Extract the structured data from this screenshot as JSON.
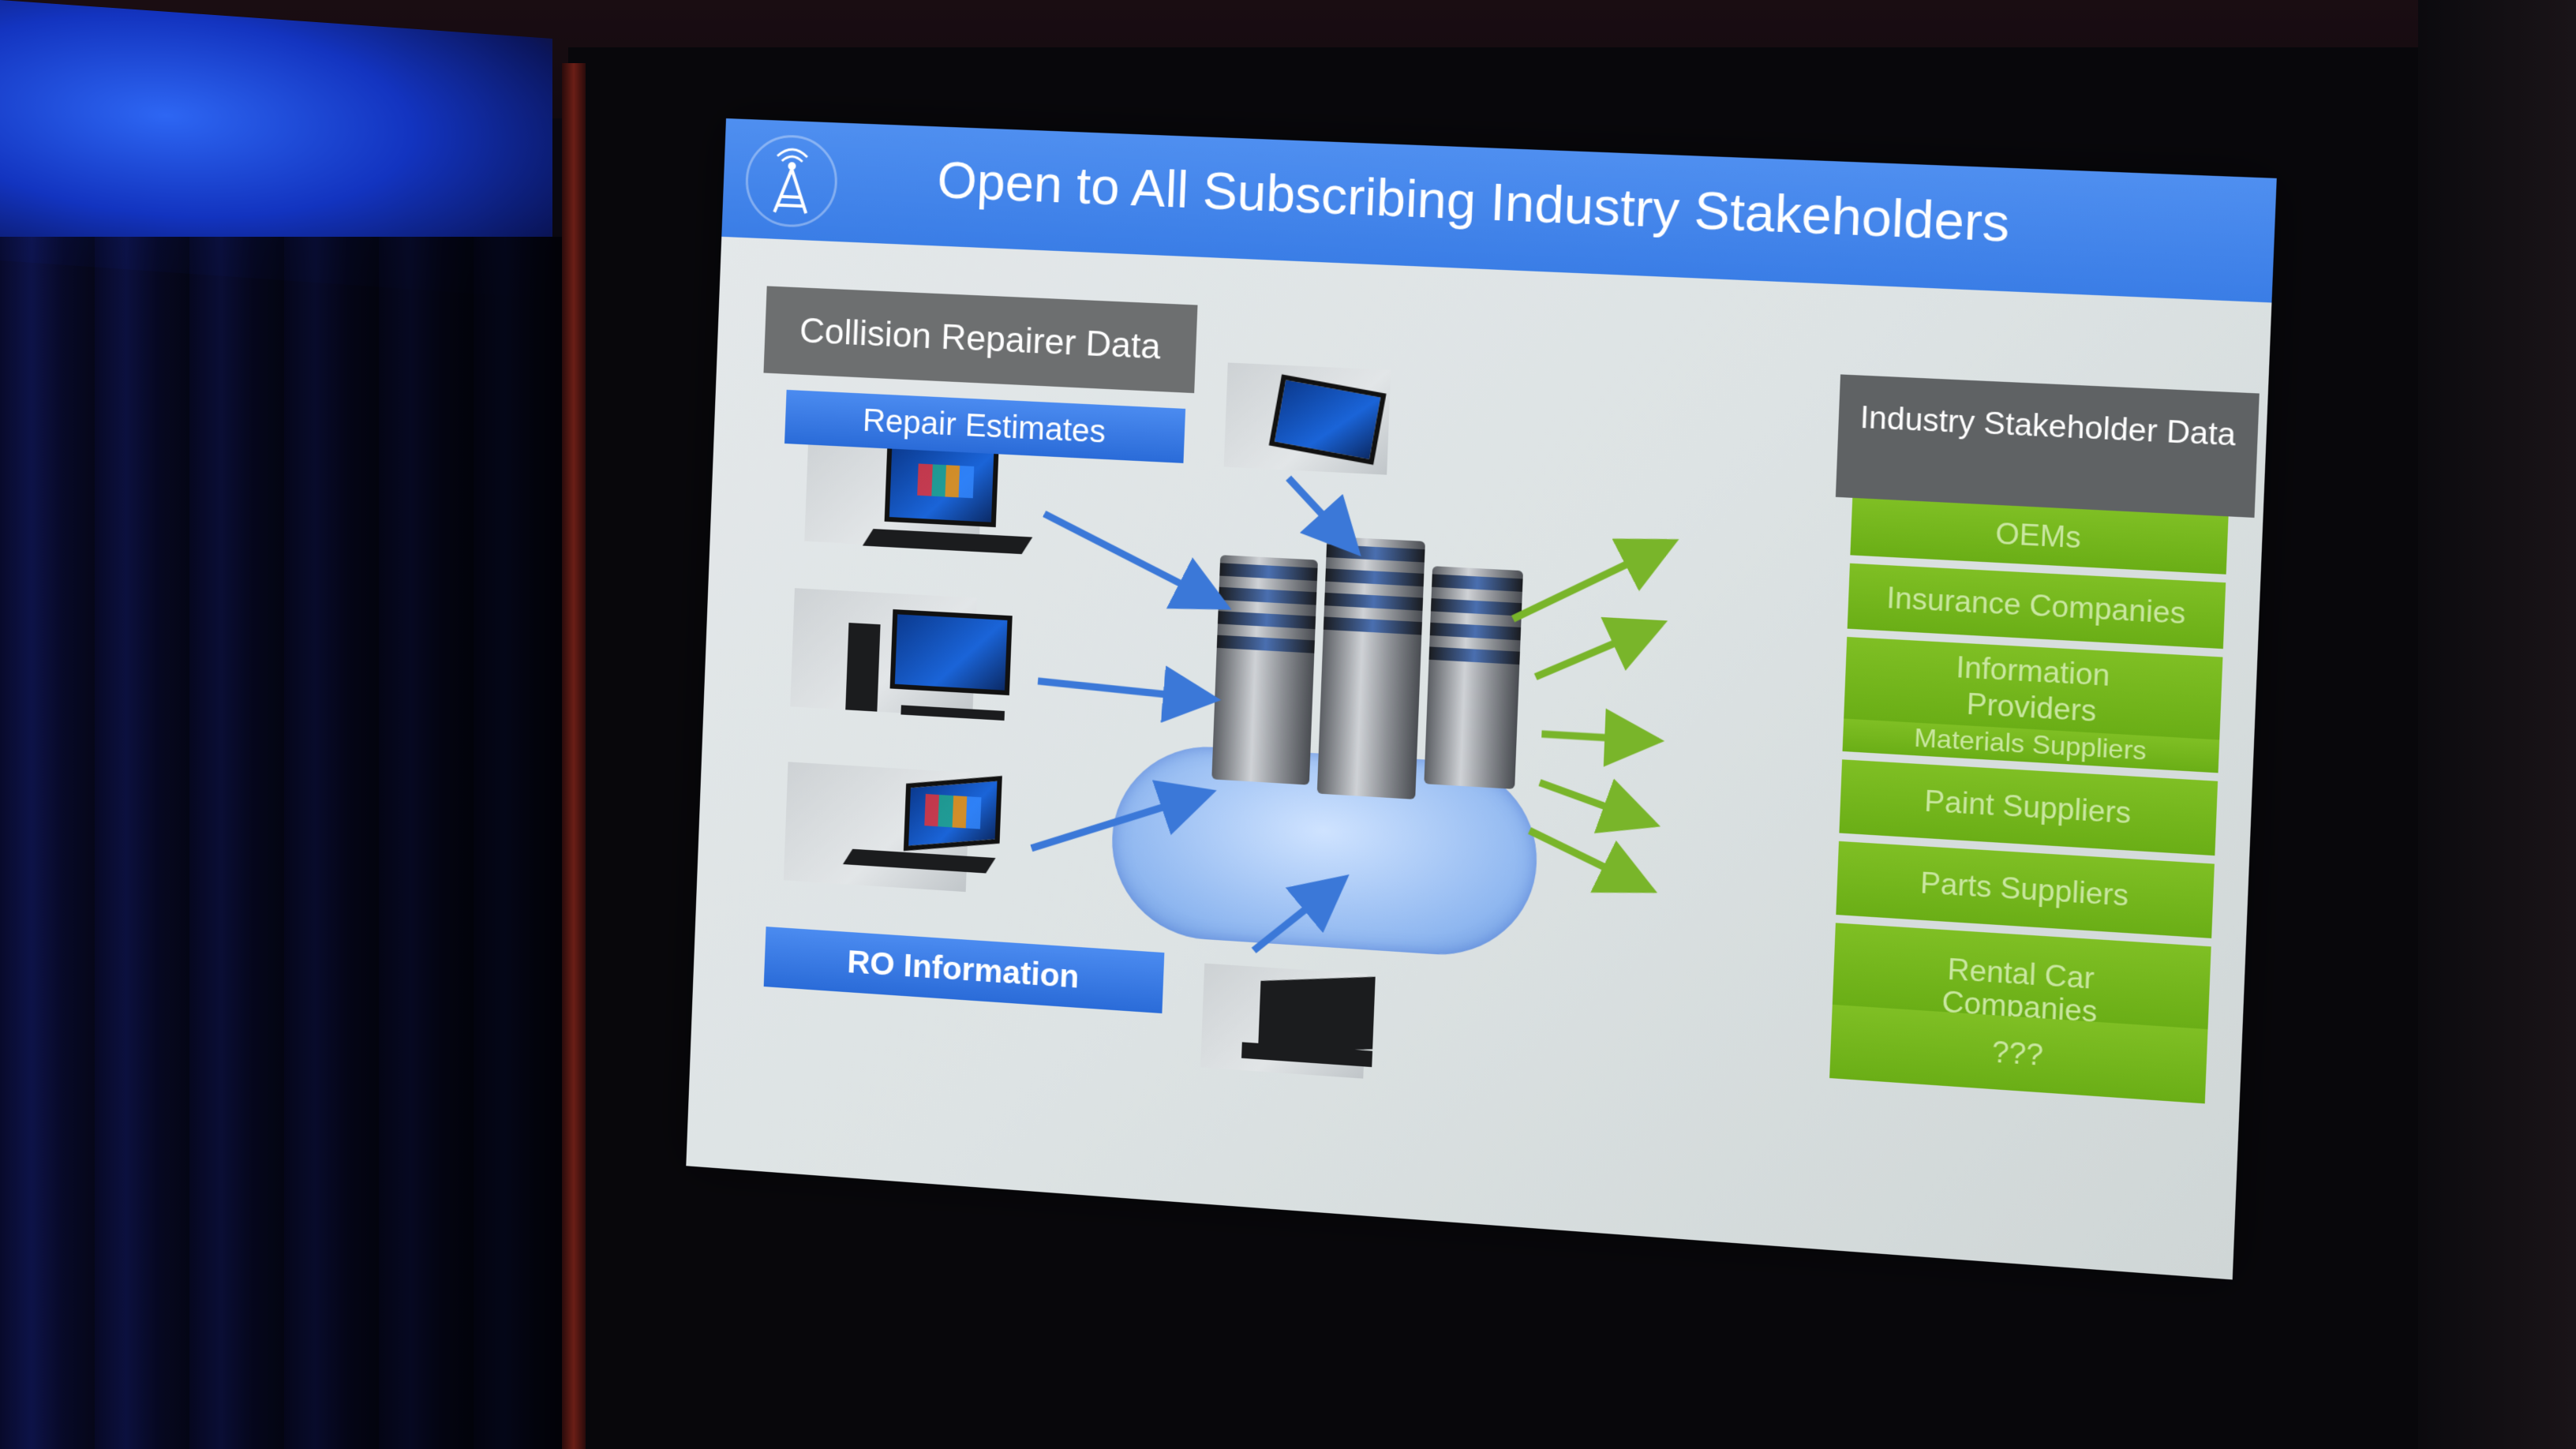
{
  "slide": {
    "title": "Open to All Subscribing Industry Stakeholders",
    "left_section_label": "Collision Repairer Data",
    "repair_label": "Repair Estimates",
    "ro_label": "RO Information",
    "right_section_label": "Industry Stakeholder Data",
    "stakeholders": [
      "OEMs",
      "Insurance Companies",
      "Information Providers",
      "Materials Suppliers",
      "Paint Suppliers",
      "Parts Suppliers",
      "Rental Car Companies",
      "???"
    ]
  },
  "colors": {
    "title_bar": "#3a7de6",
    "label_gray": "#6d6f70",
    "label_blue": "#2a6bd8",
    "stakeholder_green": "#6aae16",
    "arrow_blue": "#3b78d8",
    "arrow_green": "#79b52a"
  },
  "icons": [
    "cell-tower-icon",
    "computer-icon",
    "tablet-icon",
    "laptop-icon",
    "server-icon",
    "cloud-icon"
  ]
}
